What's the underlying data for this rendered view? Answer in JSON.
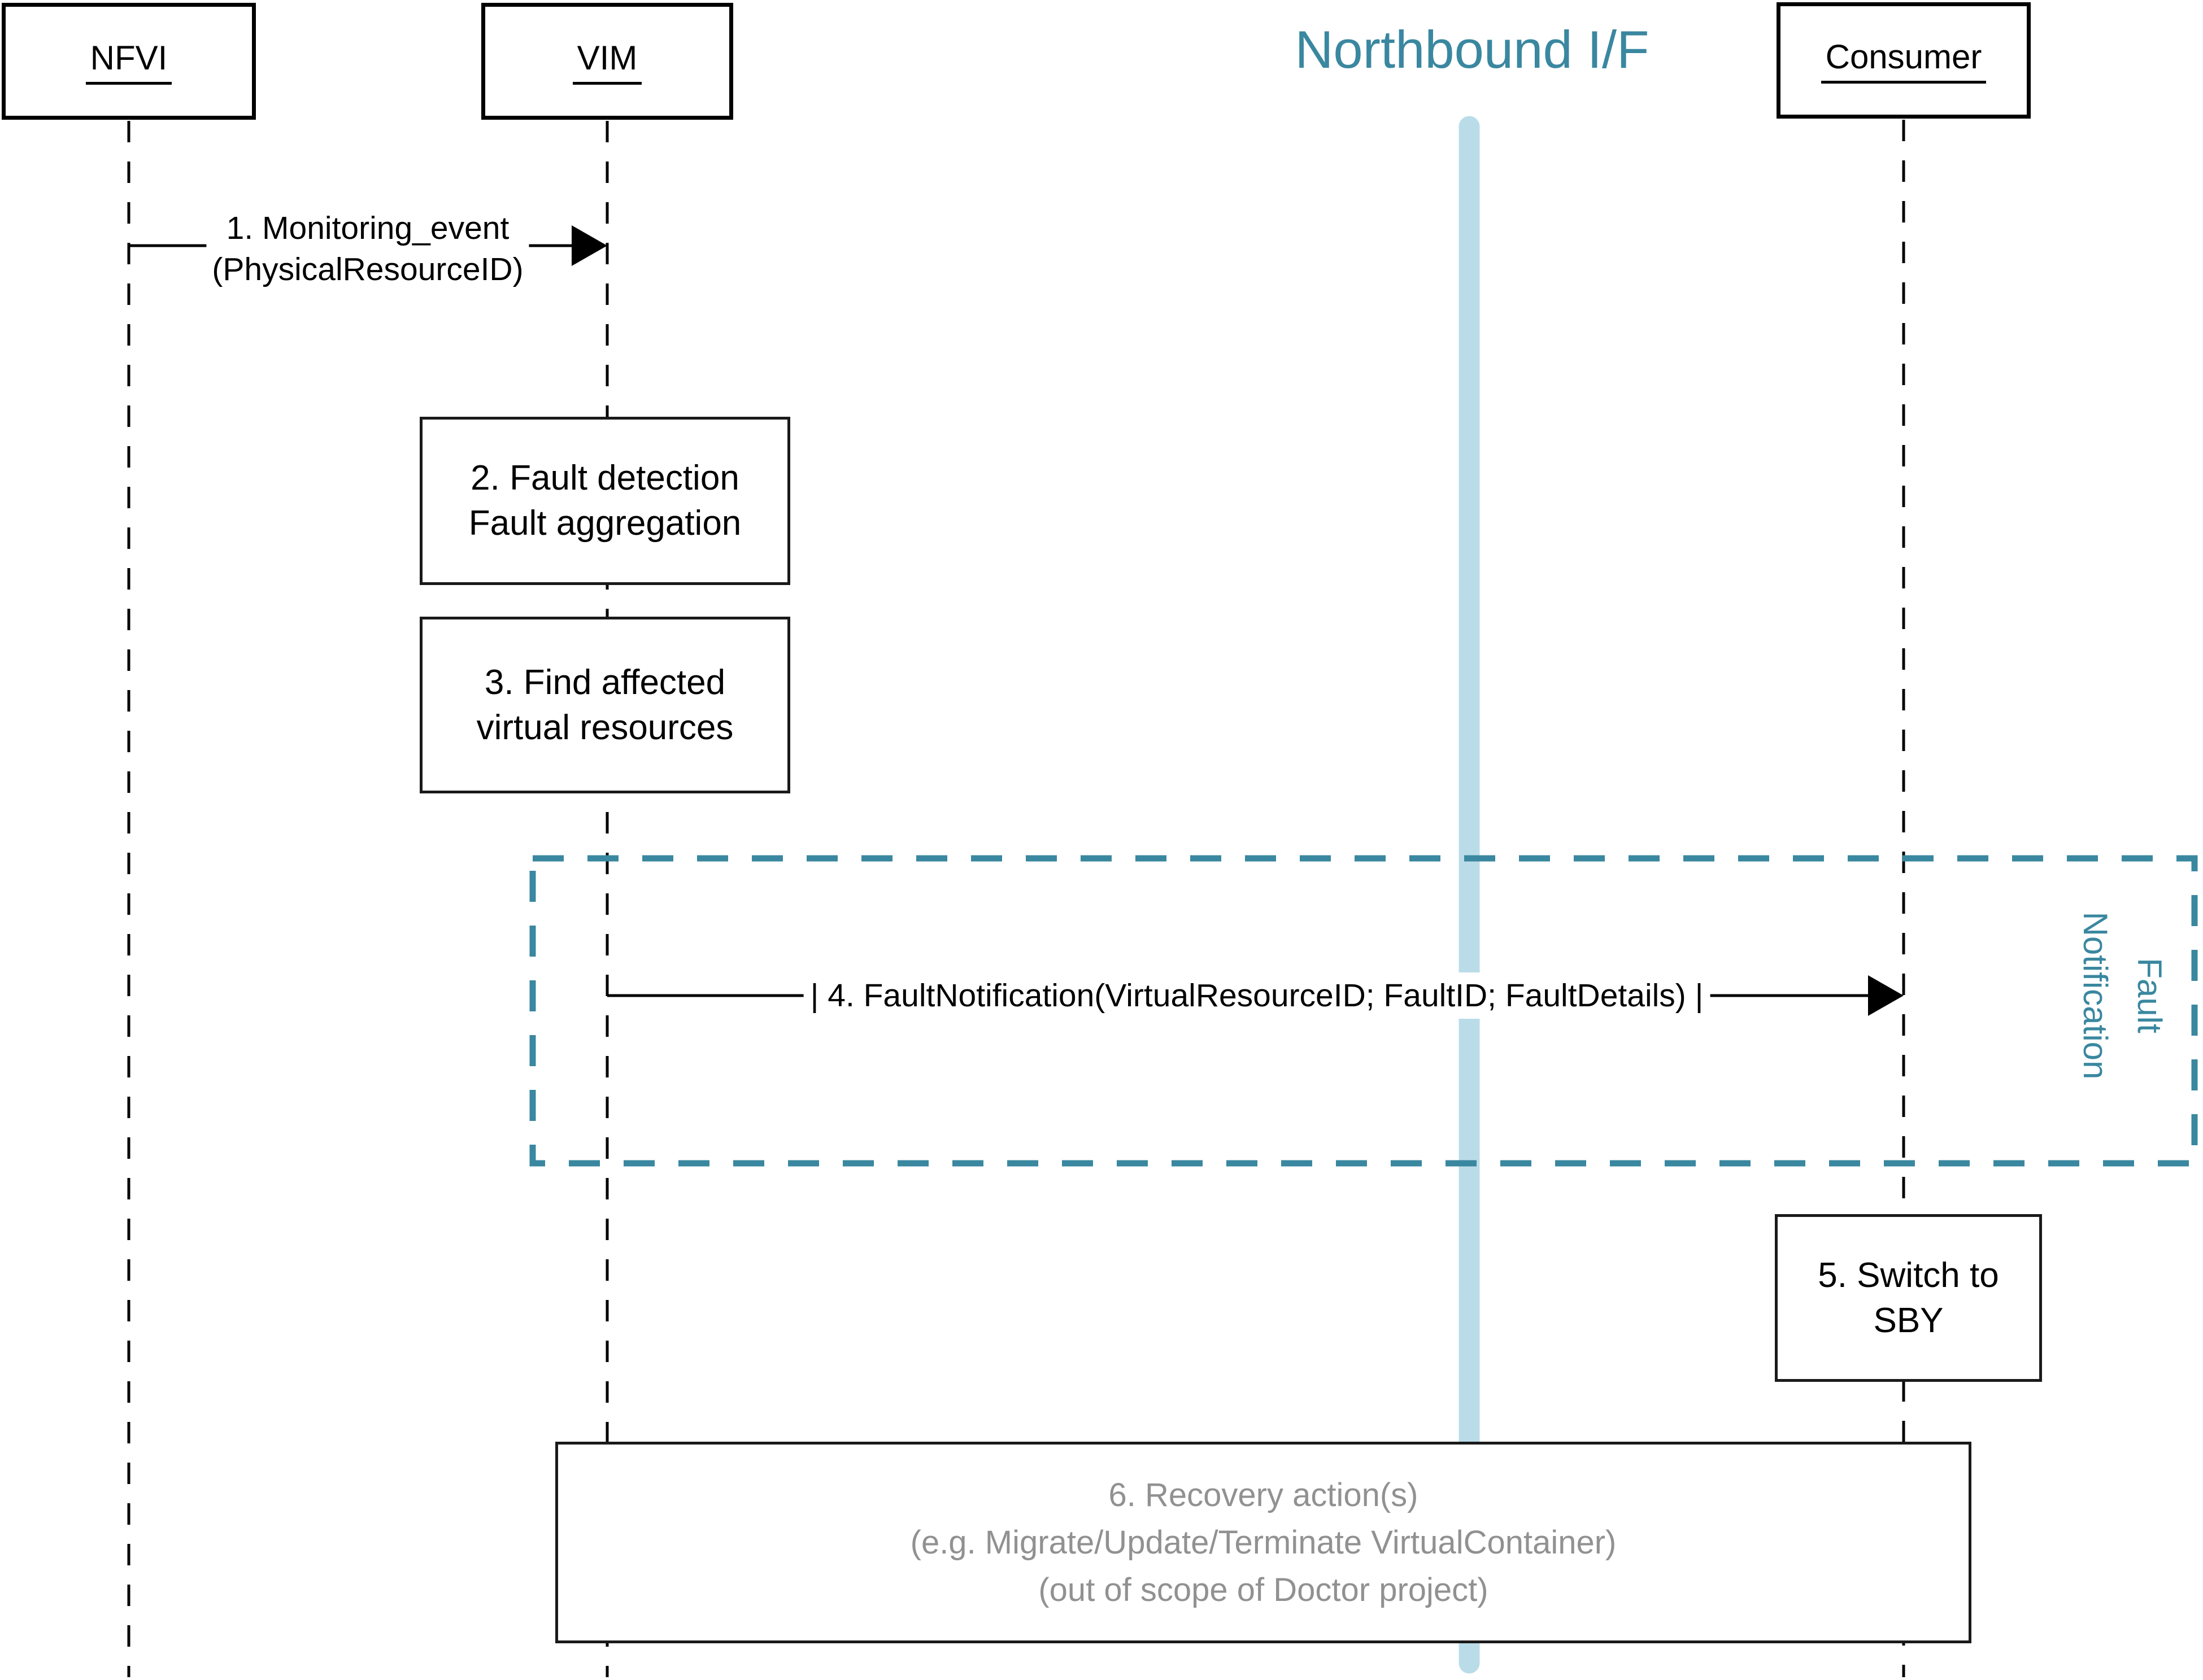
{
  "actors": [
    {
      "label": "NFVI"
    },
    {
      "label": "VIM"
    },
    {
      "label": "Consumer"
    }
  ],
  "northbound_interface": {
    "title": "Northbound I/F"
  },
  "messages": {
    "monitoring_event": {
      "line1": "1. Monitoring_event",
      "line2": "(PhysicalResourceID)"
    },
    "fault_notification": {
      "label": "| 4. FaultNotification(VirtualResourceID; FaultID; FaultDetails) |"
    }
  },
  "steps": {
    "fault_detection": {
      "line1": "2. Fault detection",
      "line2": "Fault aggregation"
    },
    "find_affected": {
      "line1": "3. Find affected",
      "line2": "virtual resources"
    },
    "switch_to_sby": {
      "line1": "5. Switch to",
      "line2": "SBY"
    },
    "recovery_action": {
      "line1": "6. Recovery action(s)",
      "line2": "(e.g. Migrate/Update/Terminate VirtualContainer)",
      "line3": "(out of scope of Doctor project)"
    }
  },
  "group": {
    "line1": "Fault",
    "line2": "Notification"
  },
  "colors": {
    "teal": "#3A87A0",
    "light_blue": "#BADCE9",
    "gray_text": "#919191",
    "black": "#000000"
  }
}
